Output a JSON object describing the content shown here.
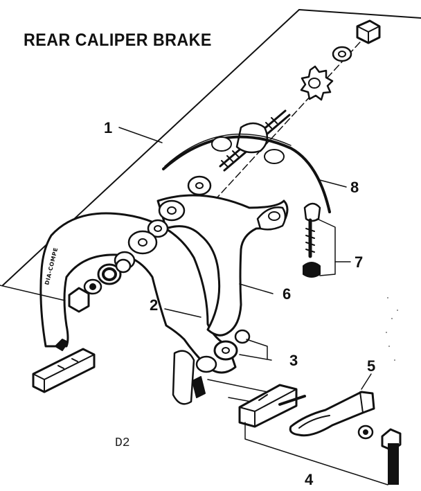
{
  "title": "REAR CALIPER BRAKE",
  "figure_code": "D2",
  "arm_marking": "DIA-COMPE",
  "callouts": {
    "c1": "1",
    "c2": "2",
    "c3": "3",
    "c4": "4",
    "c5": "5",
    "c6": "6",
    "c7": "7",
    "c8": "8"
  },
  "colors": {
    "ink": "#111111",
    "paper": "#ffffff"
  }
}
